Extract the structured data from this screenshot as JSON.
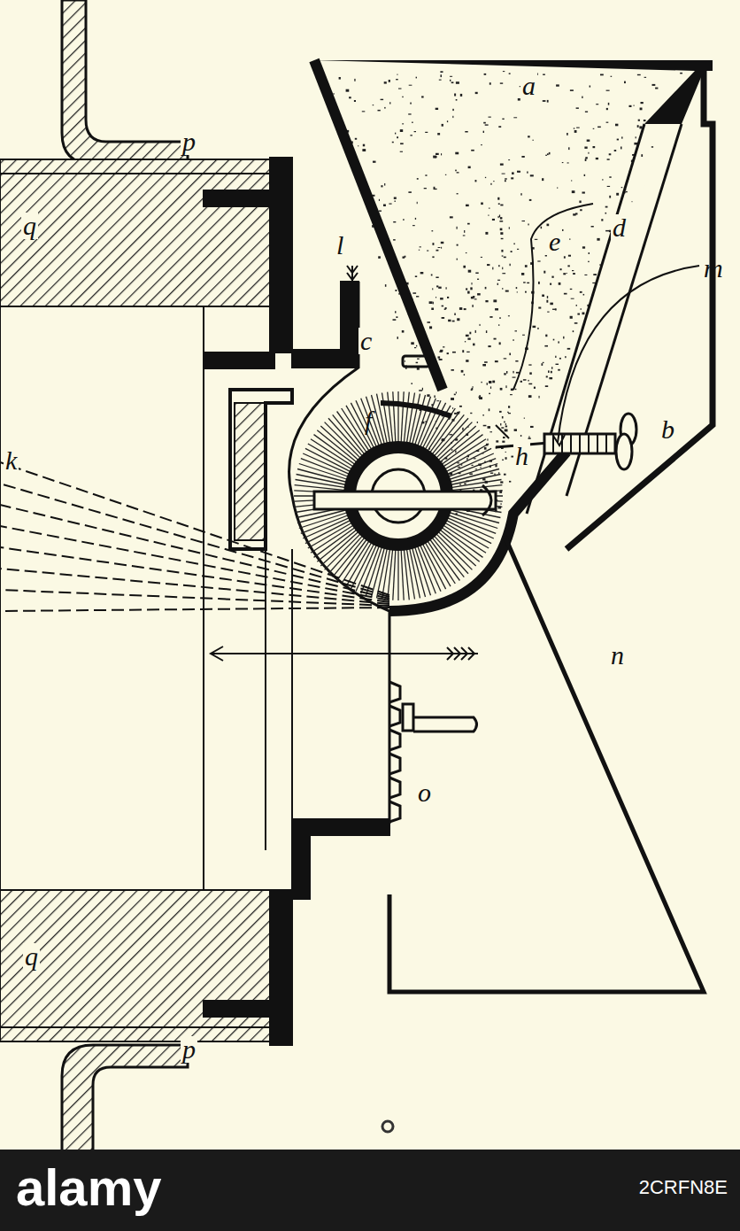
{
  "diagram": {
    "labels": [
      "p",
      "a",
      "q",
      "l",
      "c",
      "e",
      "d",
      "m",
      "f",
      "b",
      "h",
      "k",
      "n",
      "o",
      "q",
      "p",
      "alamy",
      "2CRFN8E"
    ]
  }
}
